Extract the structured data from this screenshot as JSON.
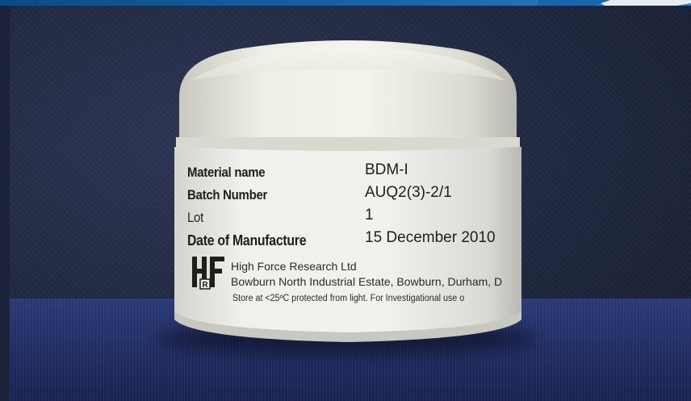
{
  "label": {
    "rows": [
      {
        "field": "Material name",
        "value": "BDM-I"
      },
      {
        "field": "Batch Number",
        "value": "AUQ2(3)-2/1"
      },
      {
        "field": "Lot",
        "value": "1"
      },
      {
        "field": "Date of Manufacture",
        "value": "15 December 2010"
      }
    ],
    "company_name": "High Force Research Ltd",
    "address": "Bowburn North Industrial Estate, Bowburn, Durham, D",
    "storage": "Store at <25ºC protected from light. For Investigational use o",
    "logo_text": "HF",
    "logo_subtext": "R"
  },
  "colors": {
    "background": "#20283f",
    "surface": "#233068",
    "jar": "#e9e9e0",
    "label": "#eeeeea",
    "accent_bar": "#1a66ad"
  }
}
